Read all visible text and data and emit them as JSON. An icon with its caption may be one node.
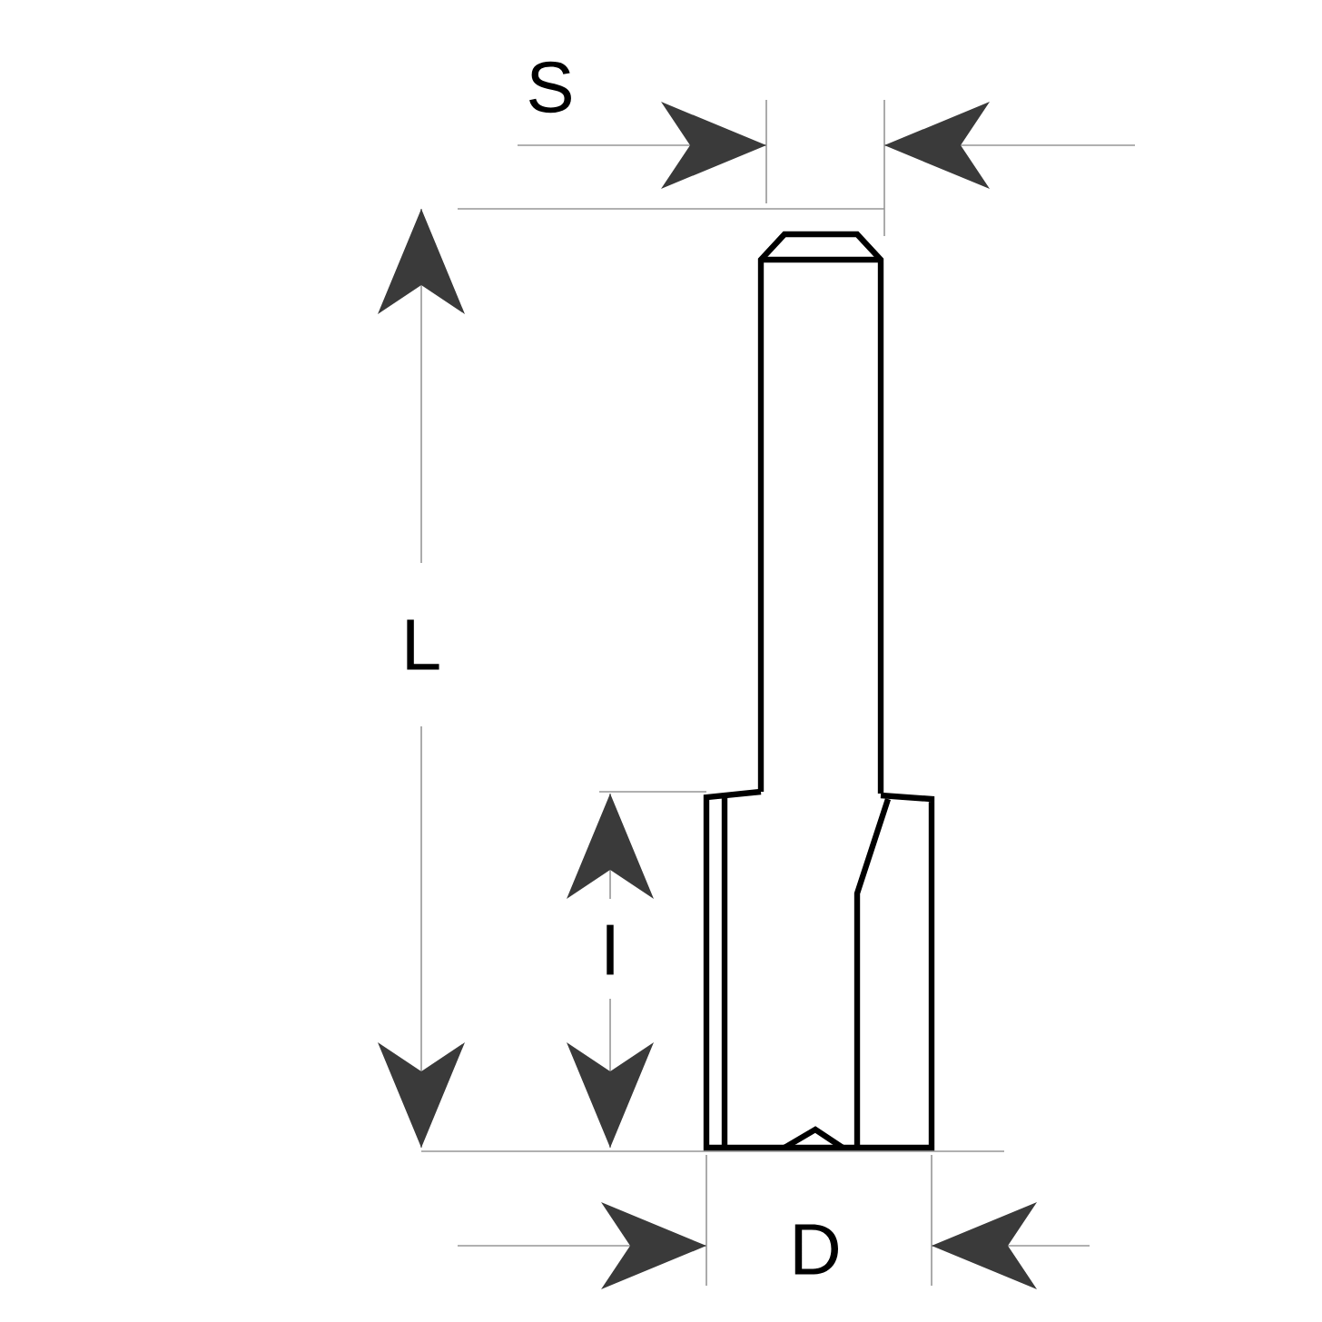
{
  "diagram": {
    "labels": [
      "S",
      "L",
      "I",
      "D"
    ]
  }
}
